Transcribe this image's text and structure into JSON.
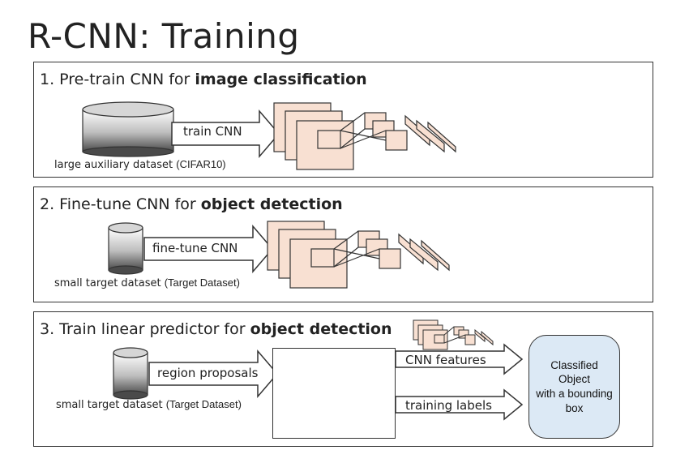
{
  "title": "R-CNN: Training",
  "steps": [
    {
      "heading_plain": "1. Pre-train CNN for ",
      "heading_bold": "image classification",
      "arrow_label": "train CNN",
      "dataset_label": "large auxiliary dataset ",
      "dataset_name": "(CIFAR10)"
    },
    {
      "heading_plain": "2. Fine-tune CNN for ",
      "heading_bold": "object detection",
      "arrow_label": "fine-tune CNN",
      "dataset_label": "small target dataset ",
      "dataset_name": "(Target Dataset)"
    },
    {
      "heading_plain": "3. Train linear predictor for ",
      "heading_bold": "object detection",
      "arrow_label": "region proposals",
      "dataset_label": "small target dataset ",
      "dataset_name": "(Target Dataset)",
      "output_arrow_1": "CNN features",
      "output_arrow_2": "training labels",
      "result": "Classified\nObject\nwith a bounding\nbox"
    }
  ],
  "colors": {
    "feature_map_fill": "#f8e0d2",
    "result_fill": "#dce9f5",
    "outline": "#333333"
  }
}
